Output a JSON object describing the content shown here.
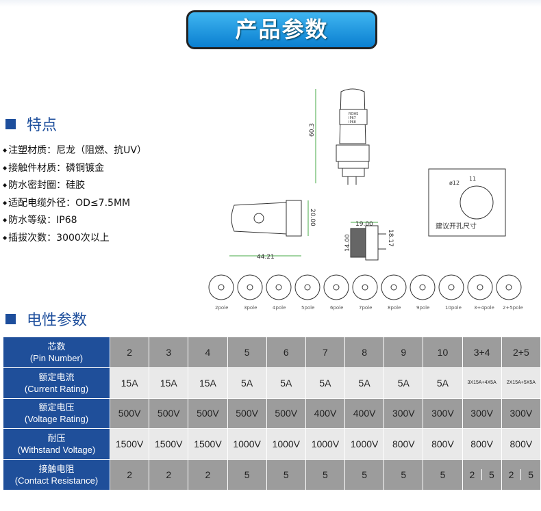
{
  "title": "产品参数",
  "features_heading": "特点",
  "features": [
    "注塑材质：尼龙（阻燃、抗UV）",
    "接触件材质：磷铜镀金",
    "防水密封圈：硅胶",
    "适配电缆外径：OD≤7.5MM",
    "防水等级：IP68",
    "插拔次数：3000次以上"
  ],
  "electrical_heading": "电性参数",
  "drawing": {
    "dim_height": "60.3",
    "dim_length": "44.21",
    "dim_dia": "20.00",
    "dim_panel_w": "19.00",
    "dim_panel_h": "14.00",
    "dim_panel_h2": "18.17",
    "hole_dia": "ø12",
    "hole_flat": "11",
    "hole_caption": "建议开孔尺寸",
    "marking": [
      "ROHS",
      "IP67",
      "IP68"
    ],
    "poles": [
      "2pole",
      "3pole",
      "4pole",
      "5pole",
      "6pole",
      "7pole",
      "8pole",
      "9pole",
      "10pole",
      "3+4pole",
      "2+5pole"
    ]
  },
  "table": {
    "rows": [
      {
        "zh": "芯数",
        "en": "(Pin Number)",
        "cells": [
          "2",
          "3",
          "4",
          "5",
          "6",
          "7",
          "8",
          "9",
          "10",
          "3+4",
          "2+5"
        ]
      },
      {
        "zh": "额定电流",
        "en": "(Current Rating)",
        "cells": [
          "15A",
          "15A",
          "15A",
          "5A",
          "5A",
          "5A",
          "5A",
          "5A",
          "5A",
          "3X15A+4X5A",
          "2X15A+5X5A"
        ]
      },
      {
        "zh": "额定电压",
        "en": "(Voltage Rating)",
        "cells": [
          "500V",
          "500V",
          "500V",
          "500V",
          "500V",
          "400V",
          "400V",
          "300V",
          "300V",
          "300V",
          "300V"
        ]
      },
      {
        "zh": "耐压",
        "en": "(Withstand Voltage)",
        "cells": [
          "1500V",
          "1500V",
          "1500V",
          "1000V",
          "1000V",
          "1000V",
          "1000V",
          "800V",
          "800V",
          "800V",
          "800V"
        ]
      },
      {
        "zh": "接触电阻",
        "en": "(Contact Resistance)",
        "cells": [
          "2",
          "2",
          "2",
          "5",
          "5",
          "5",
          "5",
          "5",
          "5",
          "2",
          "5",
          "2",
          "5"
        ]
      }
    ]
  }
}
